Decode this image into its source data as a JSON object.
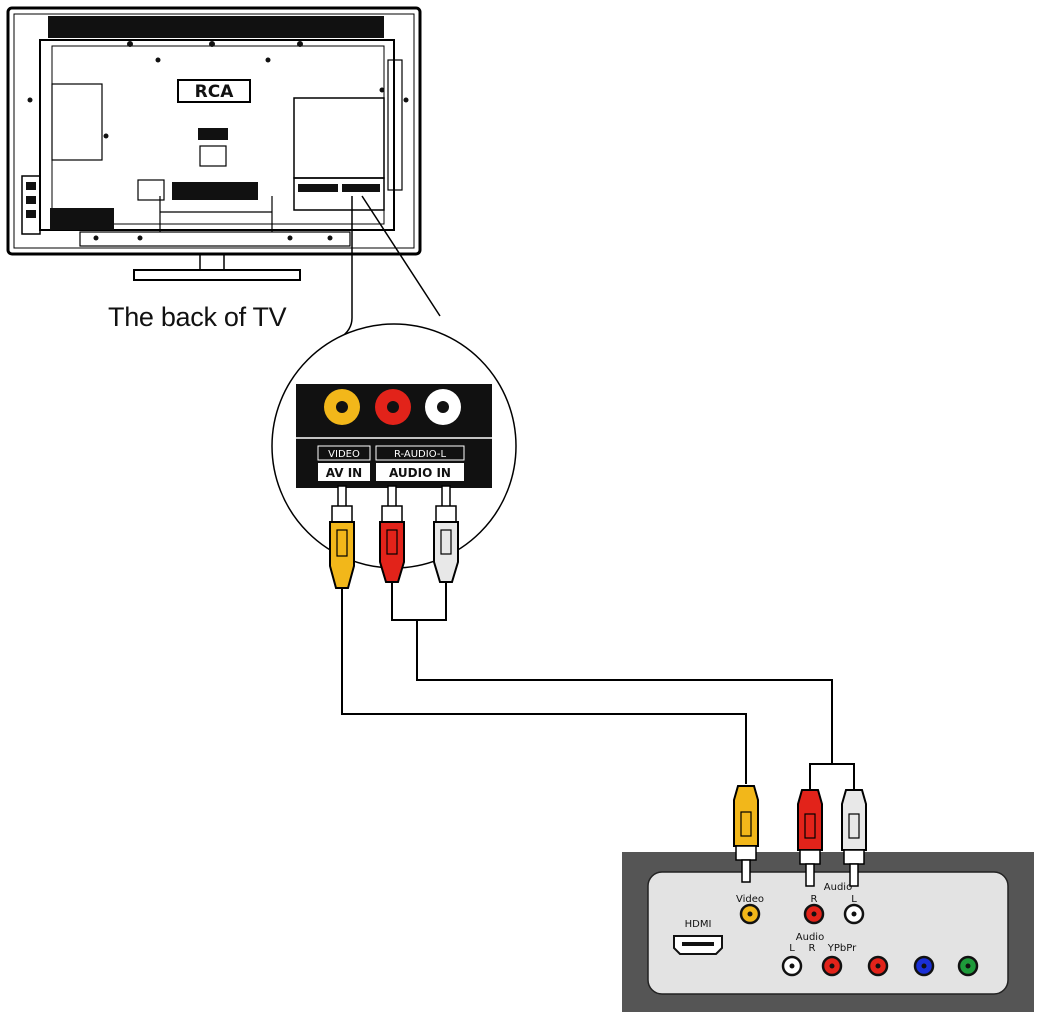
{
  "tv": {
    "caption": "The back of TV",
    "brand": "RCA"
  },
  "tv_panel": {
    "video_label": "VIDEO",
    "av_in_label": "AV IN",
    "audio_rl_label": "R-AUDIO-L",
    "audio_in_label": "AUDIO IN"
  },
  "device_panel": {
    "hdmi_label": "HDMI",
    "video_label": "Video",
    "audio_label_top": "Audio",
    "r_label_top": "R",
    "l_label_top": "L",
    "audio_label_bottom": "Audio",
    "l_label_bottom": "L",
    "r_label_bottom": "R",
    "ypbpr_label": "YPbPr"
  },
  "colors": {
    "video_yellow": "#f2b71a",
    "audio_red": "#e2231a",
    "audio_white": "#ffffff",
    "component_blue": "#1a2fd6",
    "component_green": "#1e9a3a",
    "panel_dark": "#555555",
    "panel_light": "#e3e3e3"
  }
}
